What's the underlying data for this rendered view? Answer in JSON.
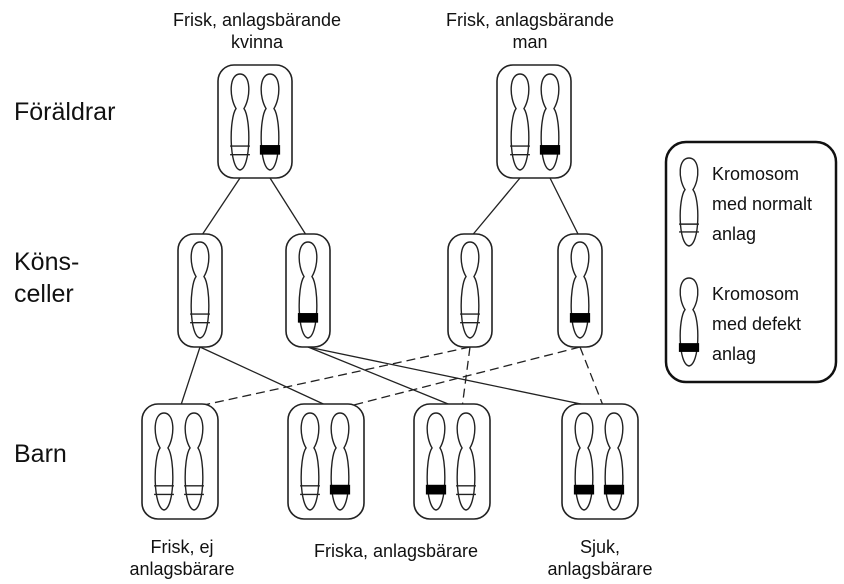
{
  "title_labels": {
    "mother": [
      "Frisk, anlagsbärande",
      "kvinna"
    ],
    "father": [
      "Frisk, anlagsbärande",
      "man"
    ]
  },
  "row_labels": {
    "parents": [
      "Föräldrar"
    ],
    "gametes": [
      "Köns-",
      "celler"
    ],
    "children": [
      "Barn"
    ]
  },
  "child_labels": {
    "child1": [
      "Frisk, ej",
      "anlagsbärare"
    ],
    "carriers": [
      "Friska, anlagsbärare"
    ],
    "sick": [
      "Sjuk,",
      "anlagsbärare"
    ]
  },
  "legend": {
    "normal": [
      "Kromosom",
      "med normalt",
      "anlag"
    ],
    "defect": [
      "Kromosom",
      "med defekt",
      "anlag"
    ]
  },
  "genotypes": {
    "mother": [
      "normal",
      "defect"
    ],
    "father": [
      "normal",
      "defect"
    ],
    "gametes": [
      "normal",
      "defect",
      "normal",
      "defect"
    ],
    "children": [
      [
        "normal",
        "normal"
      ],
      [
        "normal",
        "defect"
      ],
      [
        "defect",
        "normal"
      ],
      [
        "defect",
        "defect"
      ]
    ]
  },
  "colors": {
    "line": "#222222",
    "fill": "#ffffff",
    "defect_band": "#000000"
  }
}
